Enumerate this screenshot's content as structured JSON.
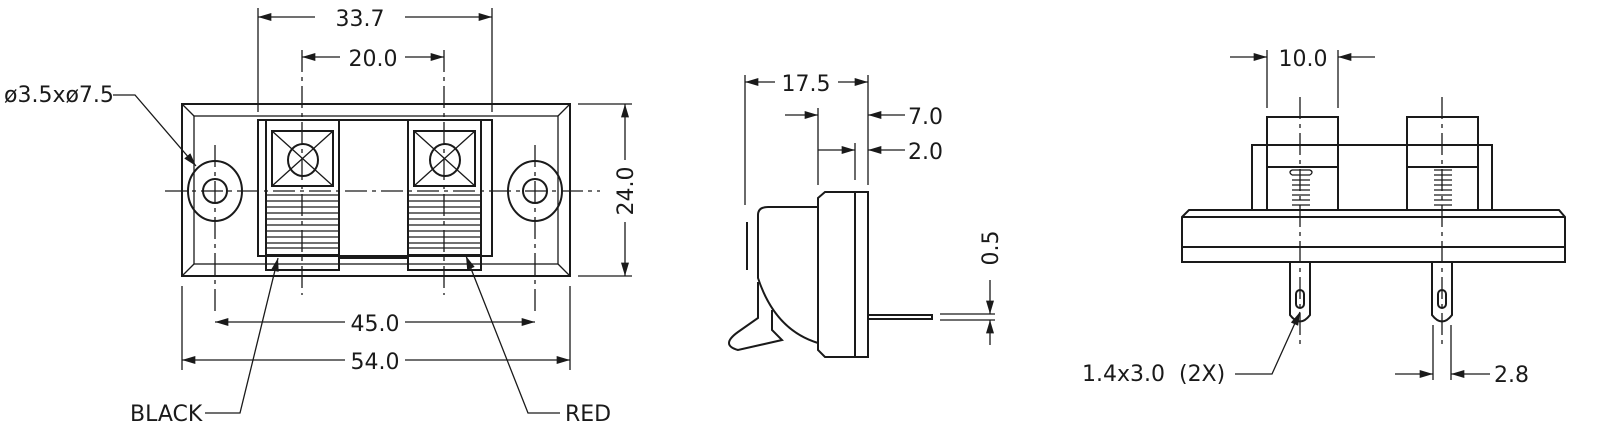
{
  "front_view": {
    "dim_overall_terminals": "33.7",
    "dim_terminal_pitch": "20.0",
    "dim_mount_holes": "45.0",
    "dim_overall_width": "54.0",
    "dim_height": "24.0",
    "hole_callout": "ø3.5xø7.5",
    "label_black": "BLACK",
    "label_red": "RED"
  },
  "side_view": {
    "dim_depth": "17.5",
    "dim_flange": "7.0",
    "dim_lip": "2.0",
    "dim_pin_thickness": "0.5"
  },
  "rear_view": {
    "dim_button_width": "10.0",
    "slot_callout": "1.4x3.0  (2X)",
    "dim_pin_width": "2.8"
  }
}
